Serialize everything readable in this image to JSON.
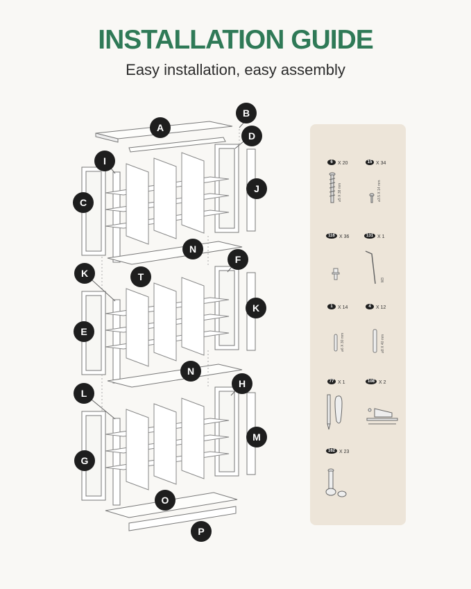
{
  "header": {
    "title": "INSTALLATION GUIDE",
    "subtitle": "Easy installation, easy assembly"
  },
  "colors": {
    "title": "#2f7a57",
    "badge": "#1e1e1e",
    "panel": "#ede5d9",
    "background": "#f9f8f5"
  },
  "part_labels": {
    "A": "A",
    "B": "B",
    "C": "C",
    "D": "D",
    "E": "E",
    "F": "F",
    "G": "G",
    "H": "H",
    "I": "I",
    "J": "J",
    "K": "K",
    "L": "L",
    "M": "M",
    "N": "N",
    "O": "O",
    "P": "P",
    "T": "T"
  },
  "hardware": [
    {
      "code": "6",
      "qty": "X 20",
      "dim": "⌀5 X 38 mm",
      "icon": "long-screw-icon"
    },
    {
      "code": "15",
      "qty": "X 34",
      "dim": "⌀3.5 X 14 mm",
      "icon": "short-screw-icon"
    },
    {
      "code": "116",
      "qty": "X 36",
      "dim": "",
      "icon": "shelf-pin-icon"
    },
    {
      "code": "131",
      "qty": "X 1",
      "dim": "M3",
      "icon": "allen-key-icon"
    },
    {
      "code": "1",
      "qty": "X 14",
      "dim": "⌀6 X 30 mm",
      "icon": "wood-dowel-icon"
    },
    {
      "code": "4",
      "qty": "X 12",
      "dim": "⌀8 X 40 mm",
      "icon": "long-dowel-icon"
    },
    {
      "code": "77",
      "qty": "X 1",
      "dim": "",
      "icon": "pencil-anchor-icon"
    },
    {
      "code": "108",
      "qty": "X 2",
      "dim": "",
      "icon": "anti-tip-kit-icon"
    },
    {
      "code": "162",
      "qty": "X 23",
      "dim": "",
      "icon": "cam-lock-icon"
    }
  ]
}
